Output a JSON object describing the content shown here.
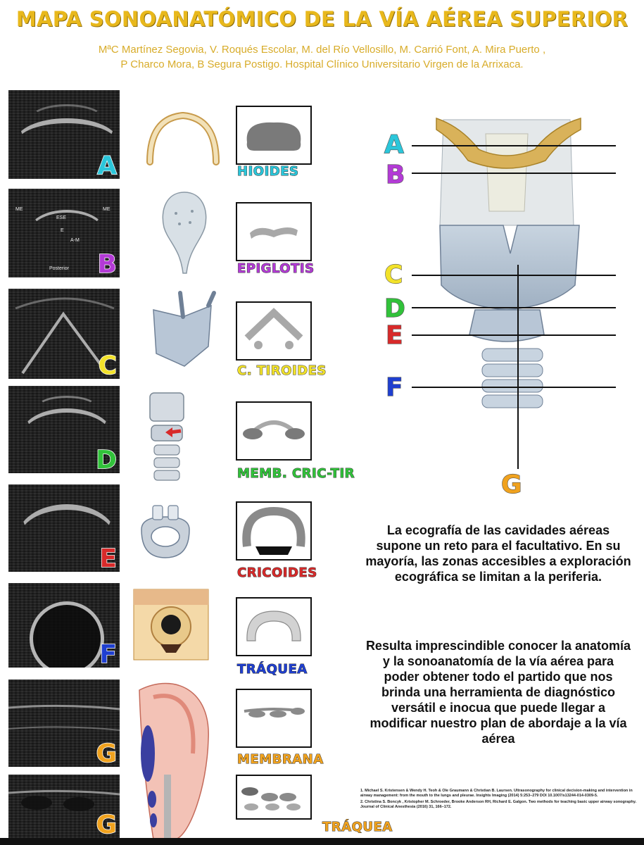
{
  "title": "MAPA SONOANATÓMICO DE LA VÍA AÉREA SUPERIOR",
  "authors": {
    "line1": "MªC Martínez Segovia, V. Roqués Escolar, M. del Río Vellosillo, M. Carrió Font, A. Mira Puerto ,",
    "line2": "P Charco Mora, B Segura Postigo. Hospital Clínico Universitario Virgen de la Arrixaca."
  },
  "colors": {
    "title": "#e8b81c",
    "A": "#2bc6da",
    "B": "#b33ad6",
    "C": "#f2e22a",
    "D": "#31c23a",
    "E": "#d82a2a",
    "F": "#1f3fd0",
    "G": "#f0a21e"
  },
  "rows": [
    {
      "letter": "A",
      "label": "HIOIDES",
      "icon": "hyoid-bone-icon"
    },
    {
      "letter": "B",
      "label": "EPIGLOTIS",
      "icon": "epiglottis-icon",
      "us_text": [
        "ME",
        "ME",
        "ESE",
        "E",
        "A-M",
        "Posterior"
      ]
    },
    {
      "letter": "C",
      "label": "C. TIROIDES",
      "icon": "thyroid-cartilage-icon"
    },
    {
      "letter": "D",
      "label": "MEMB. CRIC-TIR",
      "icon": "cricothyroid-membrane-icon"
    },
    {
      "letter": "E",
      "label": "CRICOIDES",
      "icon": "cricoid-cartilage-icon"
    },
    {
      "letter": "F",
      "label": "TRÁQUEA",
      "icon": "trachea-cross-section-icon"
    },
    {
      "letter": "G",
      "label": "MEMBRANA",
      "icon": "sagittal-airway-icon"
    },
    {
      "letter": "G",
      "label": "TRÁQUEA",
      "icon": "trachea-longitudinal-icon"
    }
  ],
  "diagram": {
    "letters": [
      "A",
      "B",
      "C",
      "D",
      "E",
      "F",
      "G"
    ]
  },
  "paragraphs": {
    "p1": "La ecografía de las cavidades aéreas supone un reto para el facultativo. En su mayoría, las zonas accesibles a exploración ecográfica se limitan a la periferia.",
    "p2": "Resulta imprescindible conocer la anatomía y la sonoanatomía de la vía aérea para poder obtener todo el partido que nos brinda una herramienta de diagnóstico versátil e inocua que puede llegar a modificar nuestro plan de abordaje a la vía aérea"
  },
  "references": [
    "1.    Michael S. Kristensen & Wendy H. Teoh & Ole Graumann & Christian B. Laursen. Ultrasonography for clinical decision-making and intervention in airway management: from the mouth to the lungs and pleurae. Insights Imaging (2014) 5:253–279 DOI 10.1007/s13244-014-0309-5.",
    "2.    Christina S. Boncyk , Kristopher M. Schroeder, Brooke Anderson RH, Richard E. Galgon. Two methods for teaching basic upper airway sonography. Journal of Clinical Anesthesia (2016) 31, 166–172."
  ]
}
